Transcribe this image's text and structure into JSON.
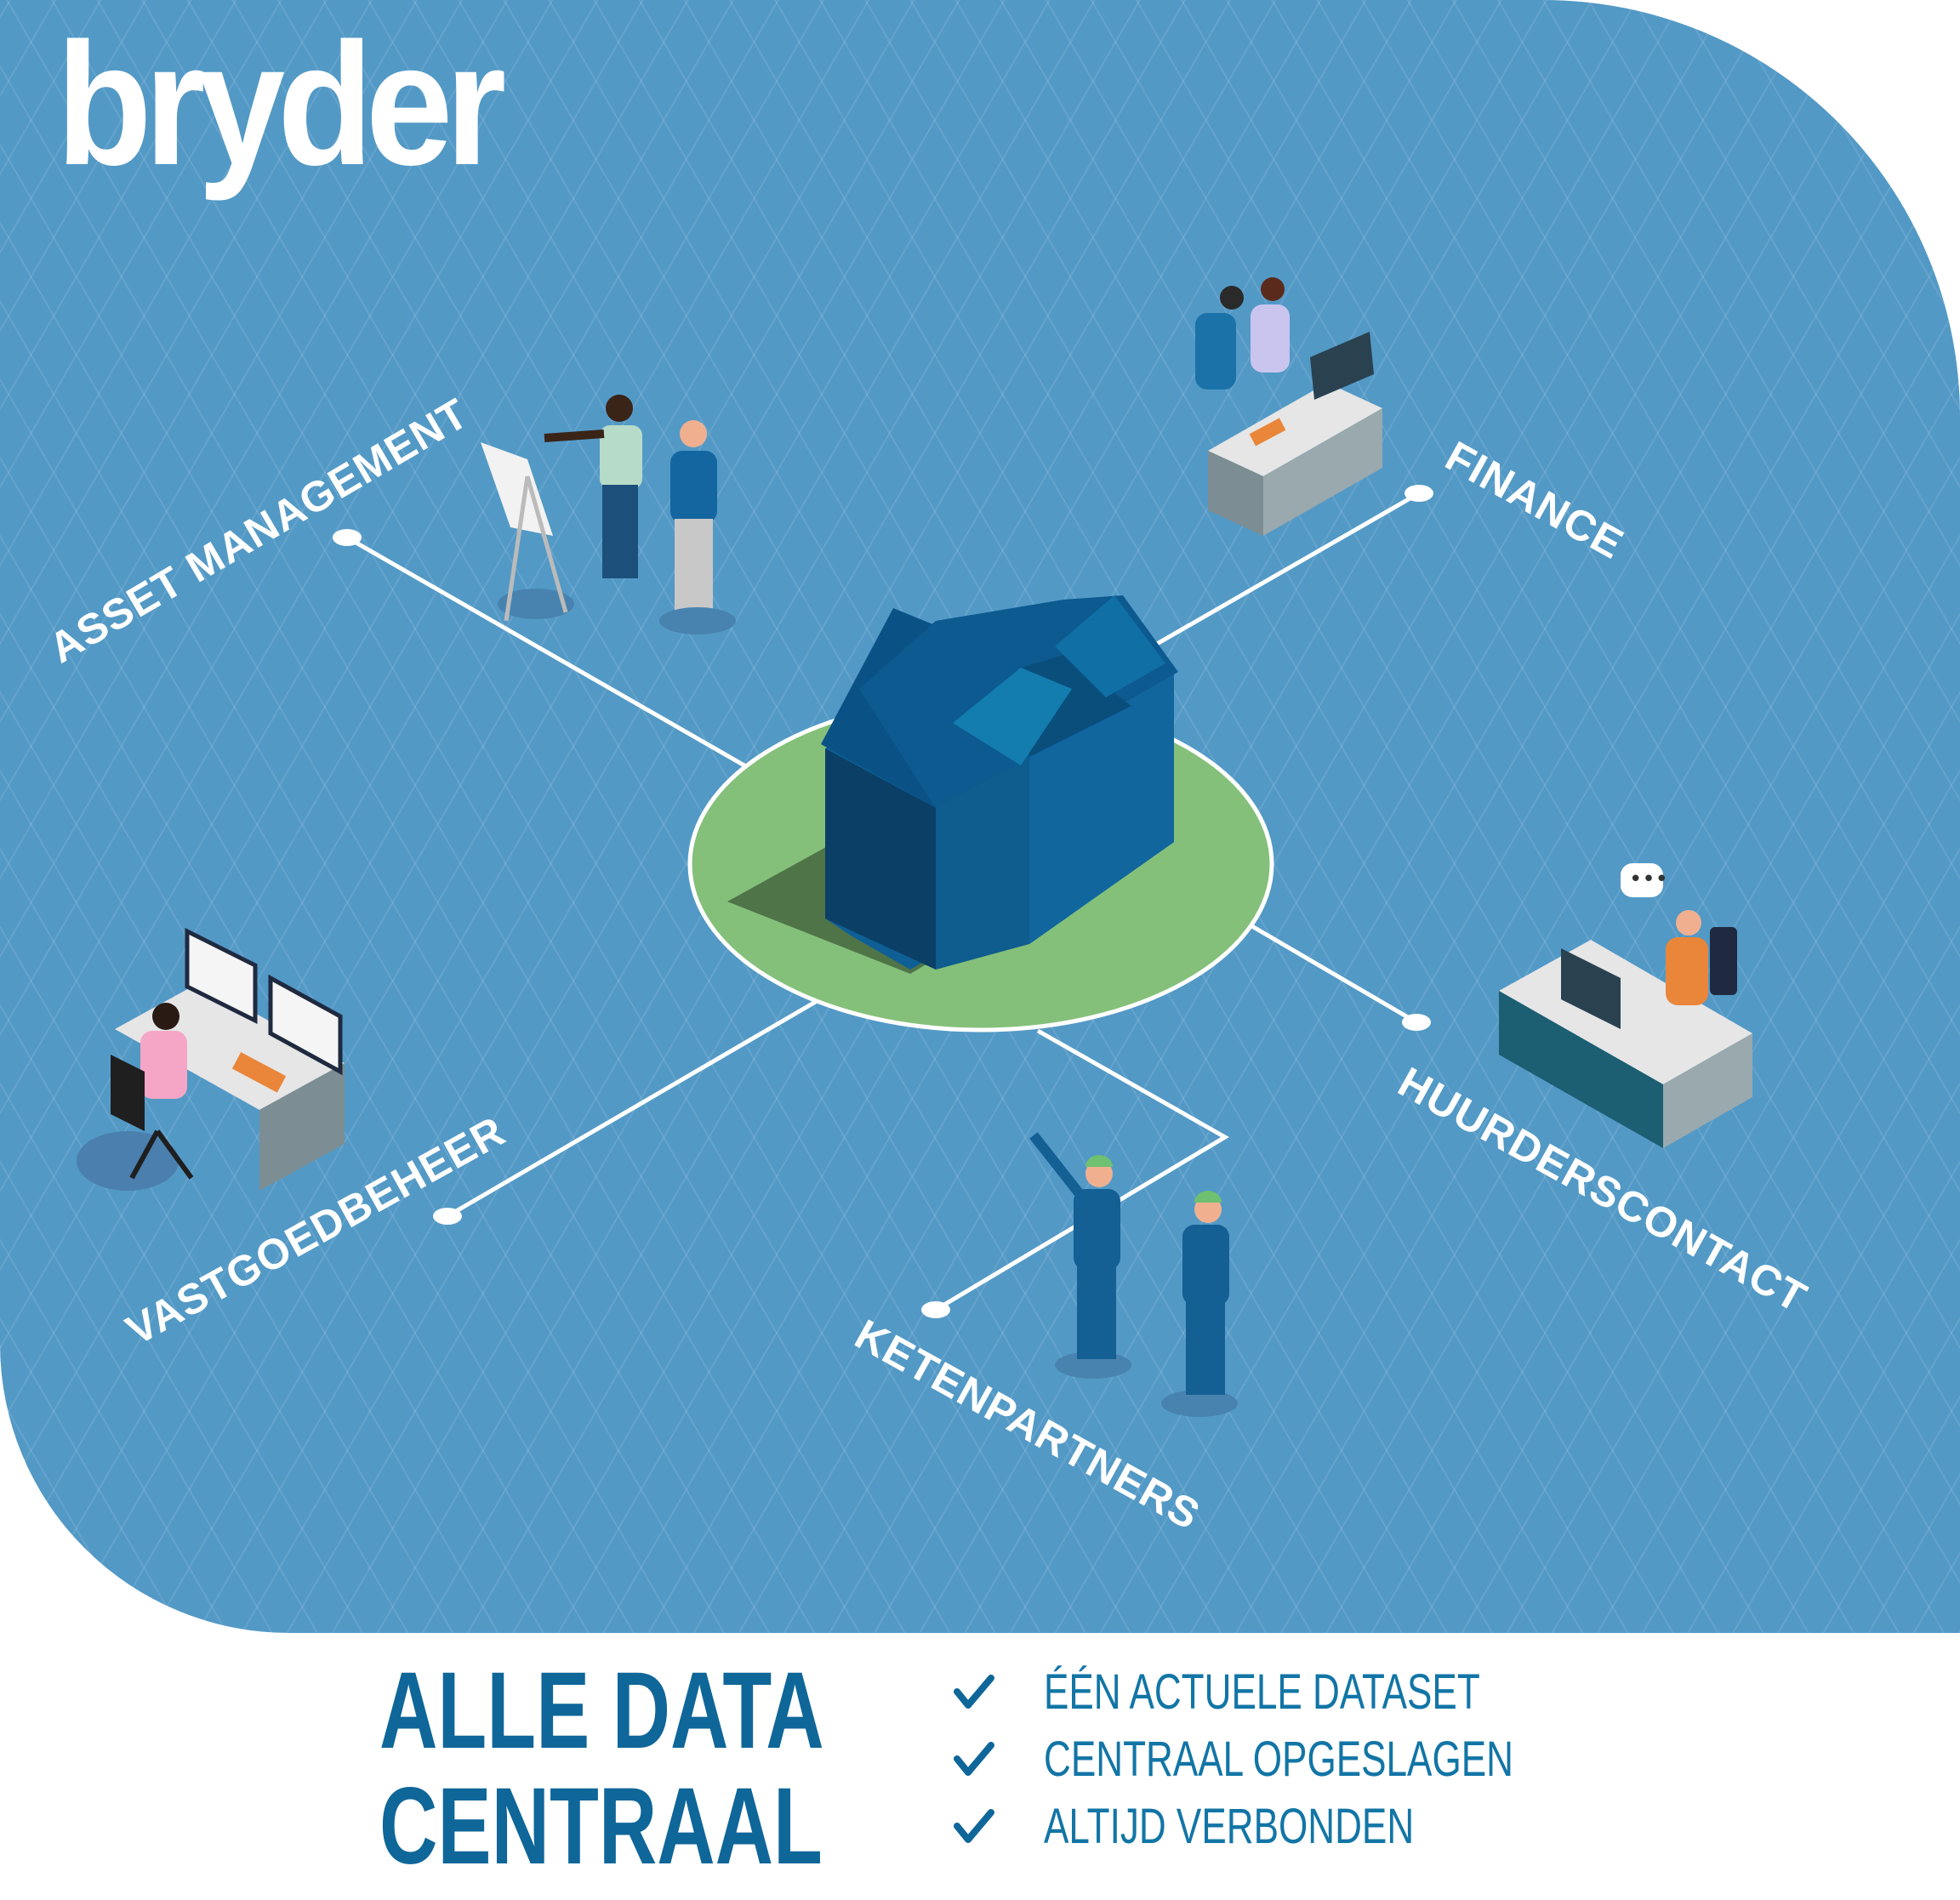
{
  "brand": {
    "logo_text": "bryder"
  },
  "colors": {
    "background_blue": "#5399c6",
    "ground_green": "#84c07a",
    "house_blue": "#0e5f95",
    "title_blue": "#0f6699",
    "text_blue": "#1275a6"
  },
  "departments": [
    {
      "label": "ASSET MANAGEMENT"
    },
    {
      "label": "FINANCE"
    },
    {
      "label": "HUURDERSCONTACT"
    },
    {
      "label": "KETENPARTNERS"
    },
    {
      "label": "VASTGOEDBEHEER"
    }
  ],
  "footer": {
    "title_line1": "ALLE DATA",
    "title_line2": "CENTRAAL",
    "benefits": [
      {
        "icon": "check-icon",
        "text": "ÉÉN ACTUELE DATASET"
      },
      {
        "icon": "check-icon",
        "text": "CENTRAAL OPGESLAGEN"
      },
      {
        "icon": "check-icon",
        "text": "ALTIJD VERBONDEN"
      }
    ]
  }
}
